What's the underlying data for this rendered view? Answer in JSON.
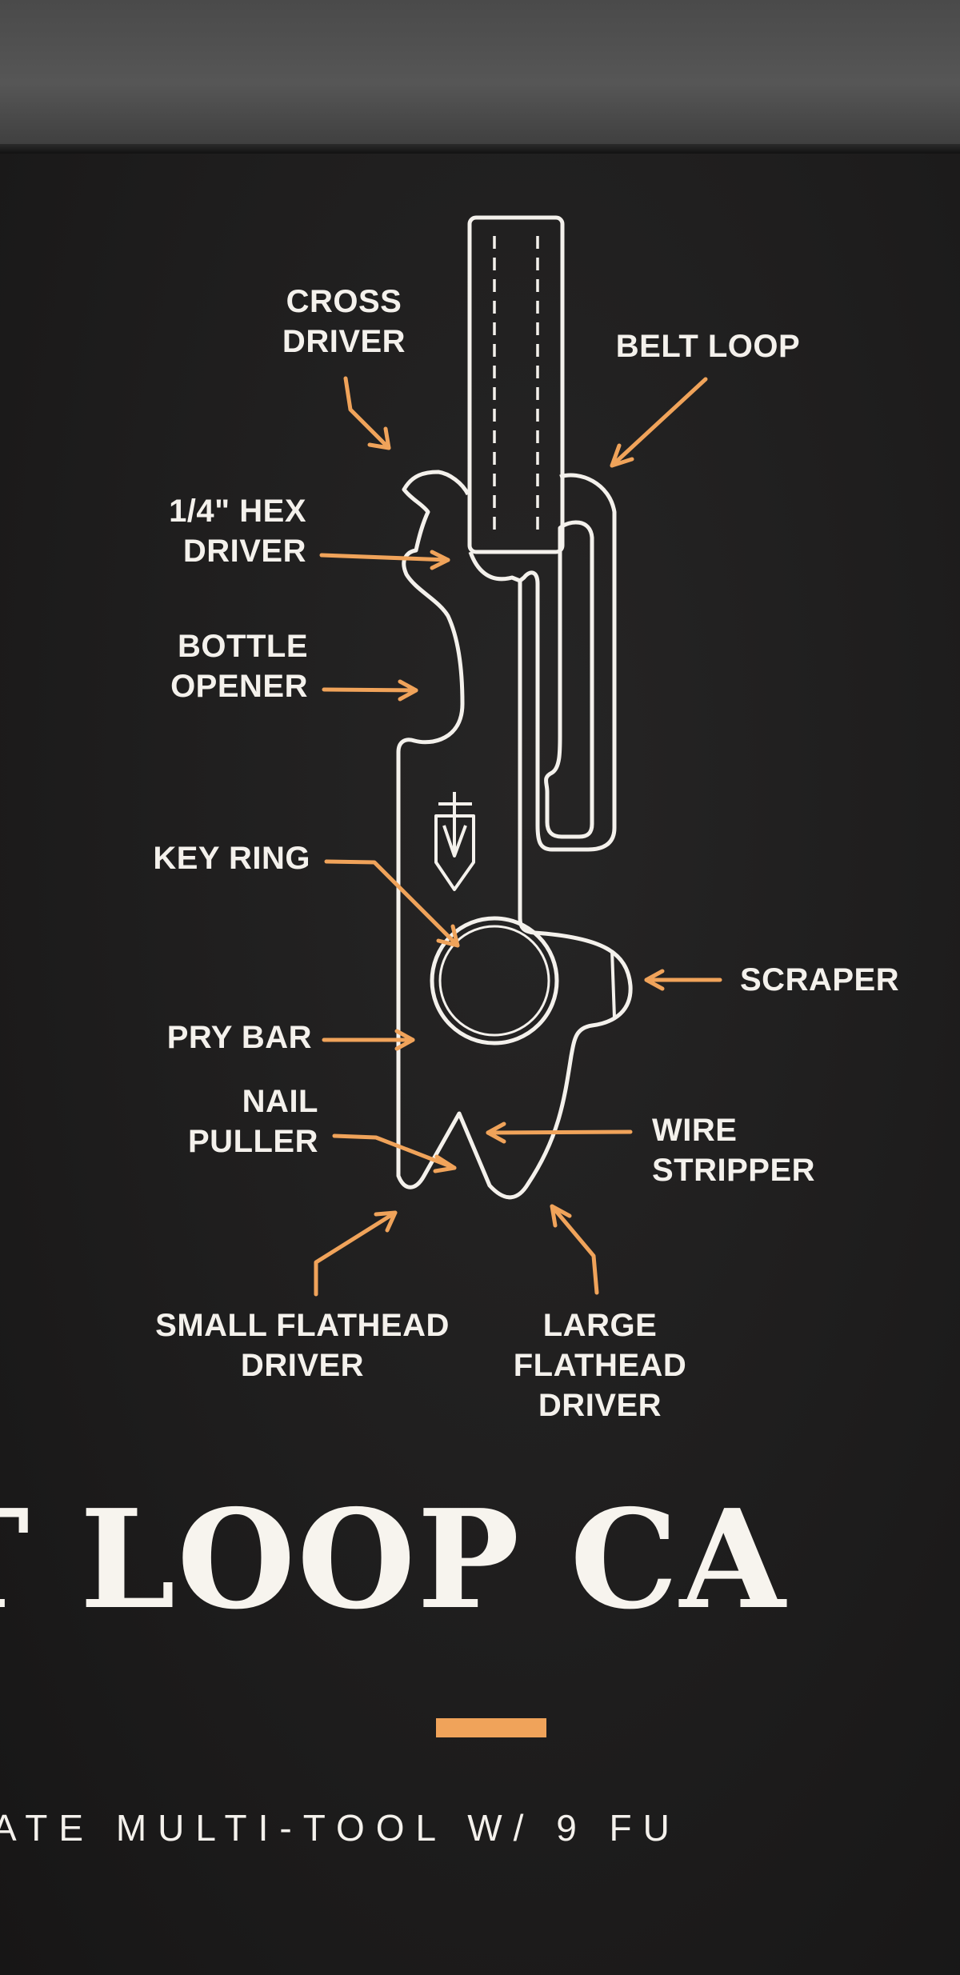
{
  "colors": {
    "accent": "#f0a35a",
    "outline": "#f4f1ec",
    "board": "#1c1b1b"
  },
  "labels": {
    "cross_driver": [
      "CROSS",
      "DRIVER"
    ],
    "belt_loop": [
      "BELT LOOP"
    ],
    "hex_driver": [
      "1/4\" HEX",
      "DRIVER"
    ],
    "bottle_opener": [
      "BOTTLE",
      "OPENER"
    ],
    "key_ring": [
      "KEY RING"
    ],
    "scraper": [
      "SCRAPER"
    ],
    "pry_bar": [
      "PRY BAR"
    ],
    "nail_puller": [
      "NAIL",
      "PULLER"
    ],
    "wire_stripper": [
      "WIRE",
      "STRIPPER"
    ],
    "small_flathead": [
      "SMALL FLATHEAD",
      "DRIVER"
    ],
    "large_flathead": [
      "LARGE",
      "FLATHEAD",
      "DRIVER"
    ]
  },
  "headline": "T LOOP CA",
  "subline": "ATE MULTI-TOOL W/ 9 FU"
}
